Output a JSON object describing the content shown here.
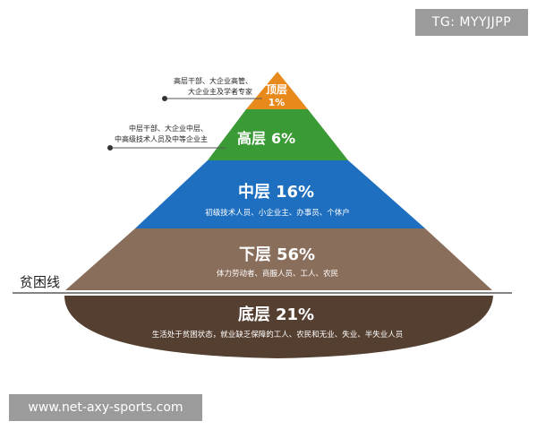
{
  "watermarks": {
    "top_right": "TG: MYYJJPP",
    "bottom_left": "www.net-axy-sports.com"
  },
  "poverty_line_label": "贫困线",
  "tiers": [
    {
      "key": "top",
      "title": "顶层",
      "percent": "1%",
      "color": "#e8891c"
    },
    {
      "key": "high",
      "title": "高层",
      "percent": "6%",
      "color": "#3a9a35"
    },
    {
      "key": "middle",
      "title": "中层",
      "percent": "16%",
      "color": "#1e6fbf",
      "desc": "初级技术人员、小企业主、办事员、个体户"
    },
    {
      "key": "lower",
      "title": "下层",
      "percent": "56%",
      "color": "#8a6e5c",
      "desc": "体力劳动者、商服人员、工人、农民"
    },
    {
      "key": "bottom",
      "title": "底层",
      "percent": "21%",
      "color": "#553f31",
      "desc": "生活处于贫困状态，就业缺乏保障的工人、农民和无业、失业、半失业人员"
    }
  ],
  "callouts": {
    "top": [
      "高层干部、大企业高管、",
      "大企业主及学者专家"
    ],
    "high": [
      "中层干部、大企业中层、",
      "中高级技术人员及中等企业主"
    ]
  }
}
